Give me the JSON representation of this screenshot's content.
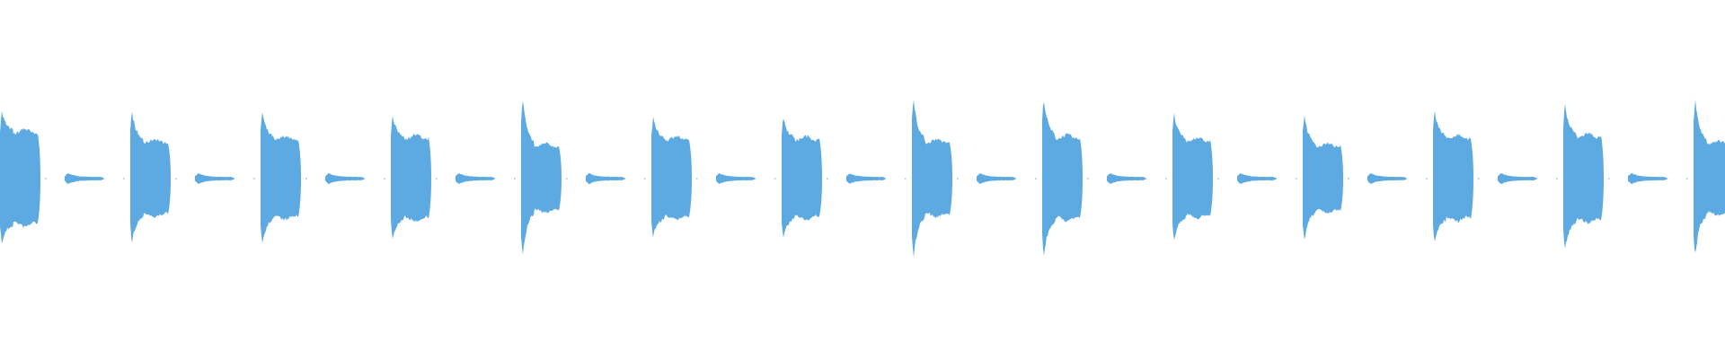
{
  "waveform": {
    "color": "#5DA9E1",
    "background": "#FFFFFF",
    "pattern": "repeating-pulse",
    "pulse_count": 14,
    "pulses": [
      {
        "kind": "loud",
        "peak": 0.49,
        "sustain": 0.34
      },
      {
        "kind": "soft",
        "peak": 0.04,
        "sustain": 0.012
      },
      {
        "kind": "loud",
        "peak": 0.49,
        "sustain": 0.27
      },
      {
        "kind": "soft",
        "peak": 0.04,
        "sustain": 0.012
      },
      {
        "kind": "loud",
        "peak": 0.49,
        "sustain": 0.29
      },
      {
        "kind": "soft",
        "peak": 0.04,
        "sustain": 0.012
      },
      {
        "kind": "loud",
        "peak": 0.45,
        "sustain": 0.3
      },
      {
        "kind": "soft",
        "peak": 0.04,
        "sustain": 0.012
      },
      {
        "kind": "loud",
        "peak": 0.6,
        "sustain": 0.24
      },
      {
        "kind": "soft",
        "peak": 0.04,
        "sustain": 0.012
      },
      {
        "kind": "loud",
        "peak": 0.44,
        "sustain": 0.29
      },
      {
        "kind": "soft",
        "peak": 0.04,
        "sustain": 0.012
      },
      {
        "kind": "loud",
        "peak": 0.45,
        "sustain": 0.29
      },
      {
        "kind": "soft",
        "peak": 0.04,
        "sustain": 0.012
      },
      {
        "kind": "loud",
        "peak": 0.6,
        "sustain": 0.27
      },
      {
        "kind": "soft",
        "peak": 0.04,
        "sustain": 0.012
      },
      {
        "kind": "loud",
        "peak": 0.59,
        "sustain": 0.3
      },
      {
        "kind": "soft",
        "peak": 0.04,
        "sustain": 0.012
      },
      {
        "kind": "loud",
        "peak": 0.47,
        "sustain": 0.28
      },
      {
        "kind": "soft",
        "peak": 0.04,
        "sustain": 0.012
      },
      {
        "kind": "loud",
        "peak": 0.47,
        "sustain": 0.24
      },
      {
        "kind": "soft",
        "peak": 0.04,
        "sustain": 0.012
      },
      {
        "kind": "loud",
        "peak": 0.49,
        "sustain": 0.3
      },
      {
        "kind": "soft",
        "peak": 0.04,
        "sustain": 0.012
      },
      {
        "kind": "loud",
        "peak": 0.54,
        "sustain": 0.31
      },
      {
        "kind": "soft",
        "peak": 0.04,
        "sustain": 0.012
      },
      {
        "kind": "loud",
        "peak": 0.58,
        "sustain": 0.26
      }
    ]
  }
}
